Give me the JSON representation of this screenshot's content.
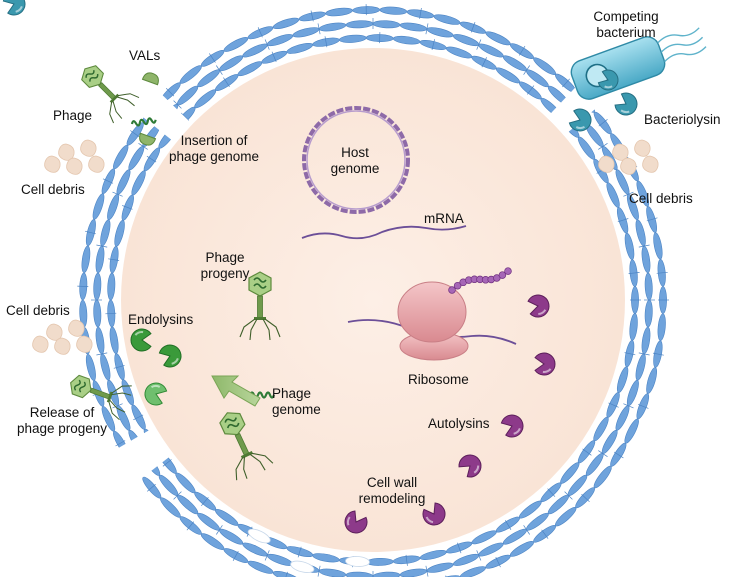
{
  "labels": {
    "competing_bacterium": [
      "Competing",
      "bacterium"
    ],
    "vals": "VALs",
    "phage": "Phage",
    "insertion": [
      "Insertion of",
      "phage genome"
    ],
    "host_genome": [
      "Host",
      "genome"
    ],
    "bacteriolysin": "Bacteriolysin",
    "cell_debris": "Cell debris",
    "mrna": "mRNA",
    "phage_progeny": [
      "Phage",
      "progeny"
    ],
    "endolysins": "Endolysins",
    "ribosome": "Ribosome",
    "phage_genome": [
      "Phage",
      "genome"
    ],
    "release": [
      "Release of",
      "phage progeny"
    ],
    "autolysins": "Autolysins",
    "cell_wall": [
      "Cell wall",
      "remodeling"
    ]
  },
  "colors": {
    "cell_wall_blue": "#6fa3dc",
    "cytoplasm": "#fdefe6",
    "phage_green": "#8ab96a",
    "endolysin_green": "#3a9a3a",
    "autolysin_purple": "#8d3a8a",
    "genome_purple": "#8e6aa8",
    "mrna_purple": "#6c4f98",
    "ribosome_pink": "#e5a8ac",
    "bacterium_teal": "#6cc0d8",
    "bacteriolysin_teal": "#3a98ae",
    "debris": "#f1dccb"
  },
  "icons": [
    "phage-icon",
    "competing-bacterium-icon",
    "host-genome-icon",
    "mrna-icon",
    "ribosome-icon",
    "endolysin-icon",
    "autolysin-icon",
    "bacteriolysin-icon",
    "val-icon",
    "cell-debris-icon",
    "arrow-icon"
  ]
}
